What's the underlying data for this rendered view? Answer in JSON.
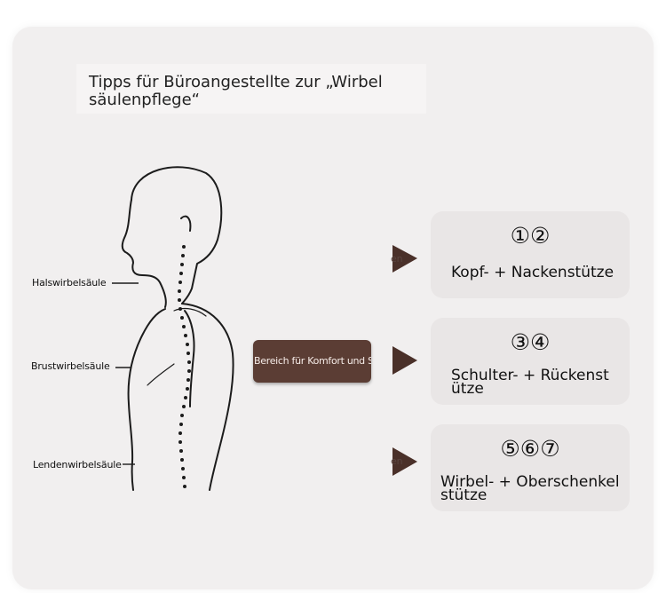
{
  "title": "Tipps für Büroangestellte zur „Wirbel säulenpflege“",
  "labels": {
    "neck": "Halswirbelsäule",
    "thoracic": "Brustwirbelsäule",
    "lumbar": "Lendenwirbelsäule"
  },
  "center_label": "Bereich für Komfort und Sensibilität",
  "arrow_ghost_text_right": "en",
  "cards": [
    {
      "numbers": "①②",
      "text": "Kopf- + Nackenstütze"
    },
    {
      "numbers": "③④",
      "text": "Schulter- + Rückenstütze"
    },
    {
      "numbers": "⑤⑥⑦",
      "text": "Wirbel- + Oberschenkelstütze"
    }
  ],
  "colors": {
    "panel": "#f1efef",
    "card": "#e9e6e6",
    "pill": "#5b3d34",
    "arrow": "#4a3029"
  }
}
